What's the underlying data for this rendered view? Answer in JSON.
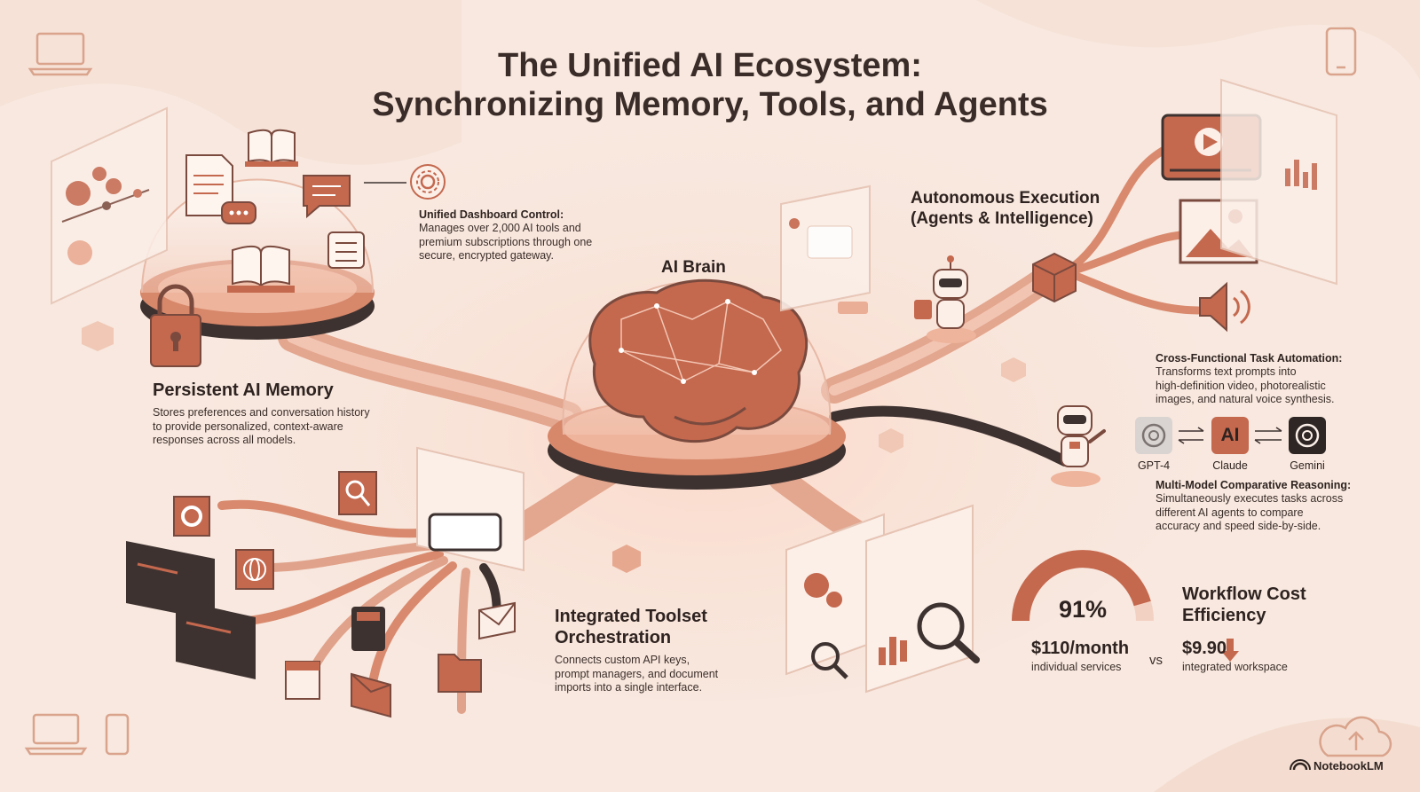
{
  "title": {
    "line1": "The Unified AI Ecosystem:",
    "line2": "Synchronizing Memory, Tools, and Agents"
  },
  "brain": {
    "label": "AI Brain"
  },
  "dashboard": {
    "title": "Unified Dashboard Control:",
    "desc": [
      "Manages over 2,000 AI tools and",
      "premium subscriptions through one",
      "secure, encrypted gateway."
    ]
  },
  "memory": {
    "title": "Persistent AI Memory",
    "desc": [
      "Stores preferences and conversation history",
      "to provide personalized, context-aware",
      "responses across all models."
    ]
  },
  "autonomous": {
    "title_line1": "Autonomous Execution",
    "title_line2": "(Agents & Intelligence)"
  },
  "cross": {
    "title": "Cross-Functional Task Automation:",
    "desc": [
      "Transforms text prompts into",
      "high-definition video, photorealistic",
      "images, and natural voice synthesis."
    ]
  },
  "models": [
    {
      "label": "GPT-4",
      "icon": "openai-icon",
      "glyph": ""
    },
    {
      "label": "Claude",
      "icon": "anthropic-icon",
      "glyph": "AI"
    },
    {
      "label": "Gemini",
      "icon": "openai-icon",
      "glyph": ""
    }
  ],
  "multi": {
    "title": "Multi-Model Comparative Reasoning:",
    "desc": [
      "Simultaneously executes tasks across",
      "different AI agents to compare",
      "accuracy and speed side-by-side."
    ]
  },
  "toolset": {
    "title_line1": "Integrated Toolset",
    "title_line2": "Orchestration",
    "desc": [
      "Connects custom API keys,",
      "prompt managers, and document",
      "imports into a single interface."
    ]
  },
  "cost": {
    "title_line1": "Workflow Cost",
    "title_line2": "Efficiency",
    "percent_label": "91%",
    "percent_value": 0.91,
    "individual_price": "$110/month",
    "individual_label": "individual services",
    "vs": "vs",
    "integrated_price": "$9.90",
    "integrated_label": "integrated workspace"
  },
  "brand": {
    "name": "NotebookLM"
  },
  "colors": {
    "background": "#f8e8df",
    "accent": "#c4684e",
    "accent_light": "#e9a88f",
    "dark": "#3a2e2c",
    "text": "#2e2320"
  }
}
